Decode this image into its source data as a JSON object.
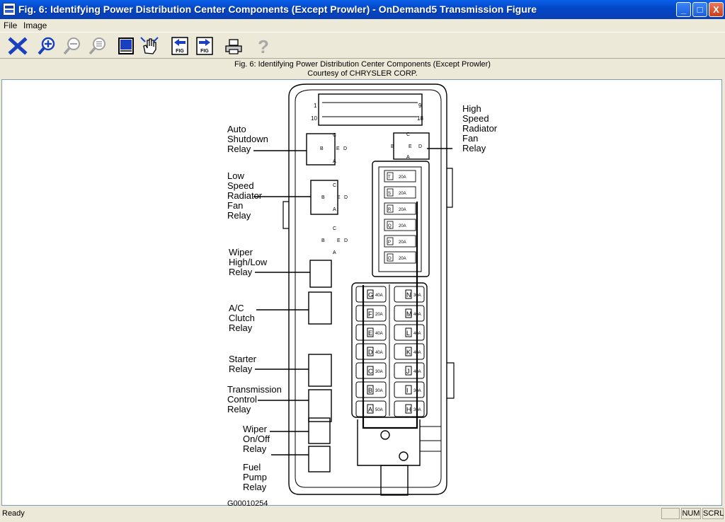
{
  "window": {
    "title": "Fig. 6: Identifying Power Distribution Center Components (Except Prowler) - OnDemand5 Transmission Figure",
    "controls": {
      "minimize": "_",
      "maximize": "□",
      "close": "X"
    }
  },
  "menu": {
    "items": [
      "File",
      "Image"
    ]
  },
  "toolbar": {
    "buttons": [
      "close-x-icon",
      "zoom-in-icon",
      "zoom-out-icon",
      "zoom-fit-icon",
      "page-icon",
      "pan-hand-icon",
      "prev-figure-icon",
      "next-figure-icon",
      "print-icon",
      "help-icon"
    ],
    "prev_fig_label": "FIG",
    "next_fig_label": "FIG",
    "help_glyph": "?"
  },
  "caption": {
    "line1": "Fig. 6: Identifying Power Distribution Center Components (Except Prowler)",
    "line2": "Courtesy of CHRYSLER CORP."
  },
  "figure": {
    "labels": {
      "auto_shutdown": "Auto\nShutdown\nRelay",
      "low_speed_fan": "Low\nSpeed\nRadiator\nFan\nRelay",
      "wiper_high_low": "Wiper\nHigh/Low\nRelay",
      "ac_clutch": "A/C\nClutch\nRelay",
      "starter": "Starter\nRelay",
      "transmission_control": "Transmission\nControl\nRelay",
      "wiper_on_off": "Wiper\nOn/Off\nRelay",
      "fuel_pump": "Fuel\nPump\nRelay",
      "high_speed_fan": "High\nSpeed\nRadiator\nFan\nRelay"
    },
    "fuse_row_top_left": "1",
    "fuse_row_top_right": "9",
    "fuse_row_bottom_left": "10",
    "fuse_row_bottom_right": "18",
    "terminals": [
      "A",
      "B",
      "C",
      "D",
      "E"
    ],
    "maxi_fuses_left": [
      {
        "letter": "G",
        "rating": "40A"
      },
      {
        "letter": "F",
        "rating": "20A"
      },
      {
        "letter": "E",
        "rating": "40A"
      },
      {
        "letter": "D",
        "rating": "40A"
      },
      {
        "letter": "C",
        "rating": "30A"
      },
      {
        "letter": "B",
        "rating": "30A"
      },
      {
        "letter": "A",
        "rating": "50A"
      }
    ],
    "maxi_fuses_right": [
      {
        "letter": "N",
        "rating": "30A"
      },
      {
        "letter": "M",
        "rating": "40A"
      },
      {
        "letter": "L",
        "rating": "40A"
      },
      {
        "letter": "K",
        "rating": "40A"
      },
      {
        "letter": "J",
        "rating": "40A"
      },
      {
        "letter": "I",
        "rating": "30A"
      },
      {
        "letter": "H",
        "rating": "30A"
      }
    ],
    "mini_fuses": [
      {
        "letter": "T",
        "rating": "20A"
      },
      {
        "letter": "S",
        "rating": "20A"
      },
      {
        "letter": "R",
        "rating": "20A"
      },
      {
        "letter": "Q",
        "rating": "20A"
      },
      {
        "letter": "P",
        "rating": "20A"
      },
      {
        "letter": "O",
        "rating": "20A"
      }
    ],
    "figure_code": "G00010254"
  },
  "status": {
    "text": "Ready",
    "panels": [
      "",
      "NUM",
      "SCRL"
    ]
  }
}
